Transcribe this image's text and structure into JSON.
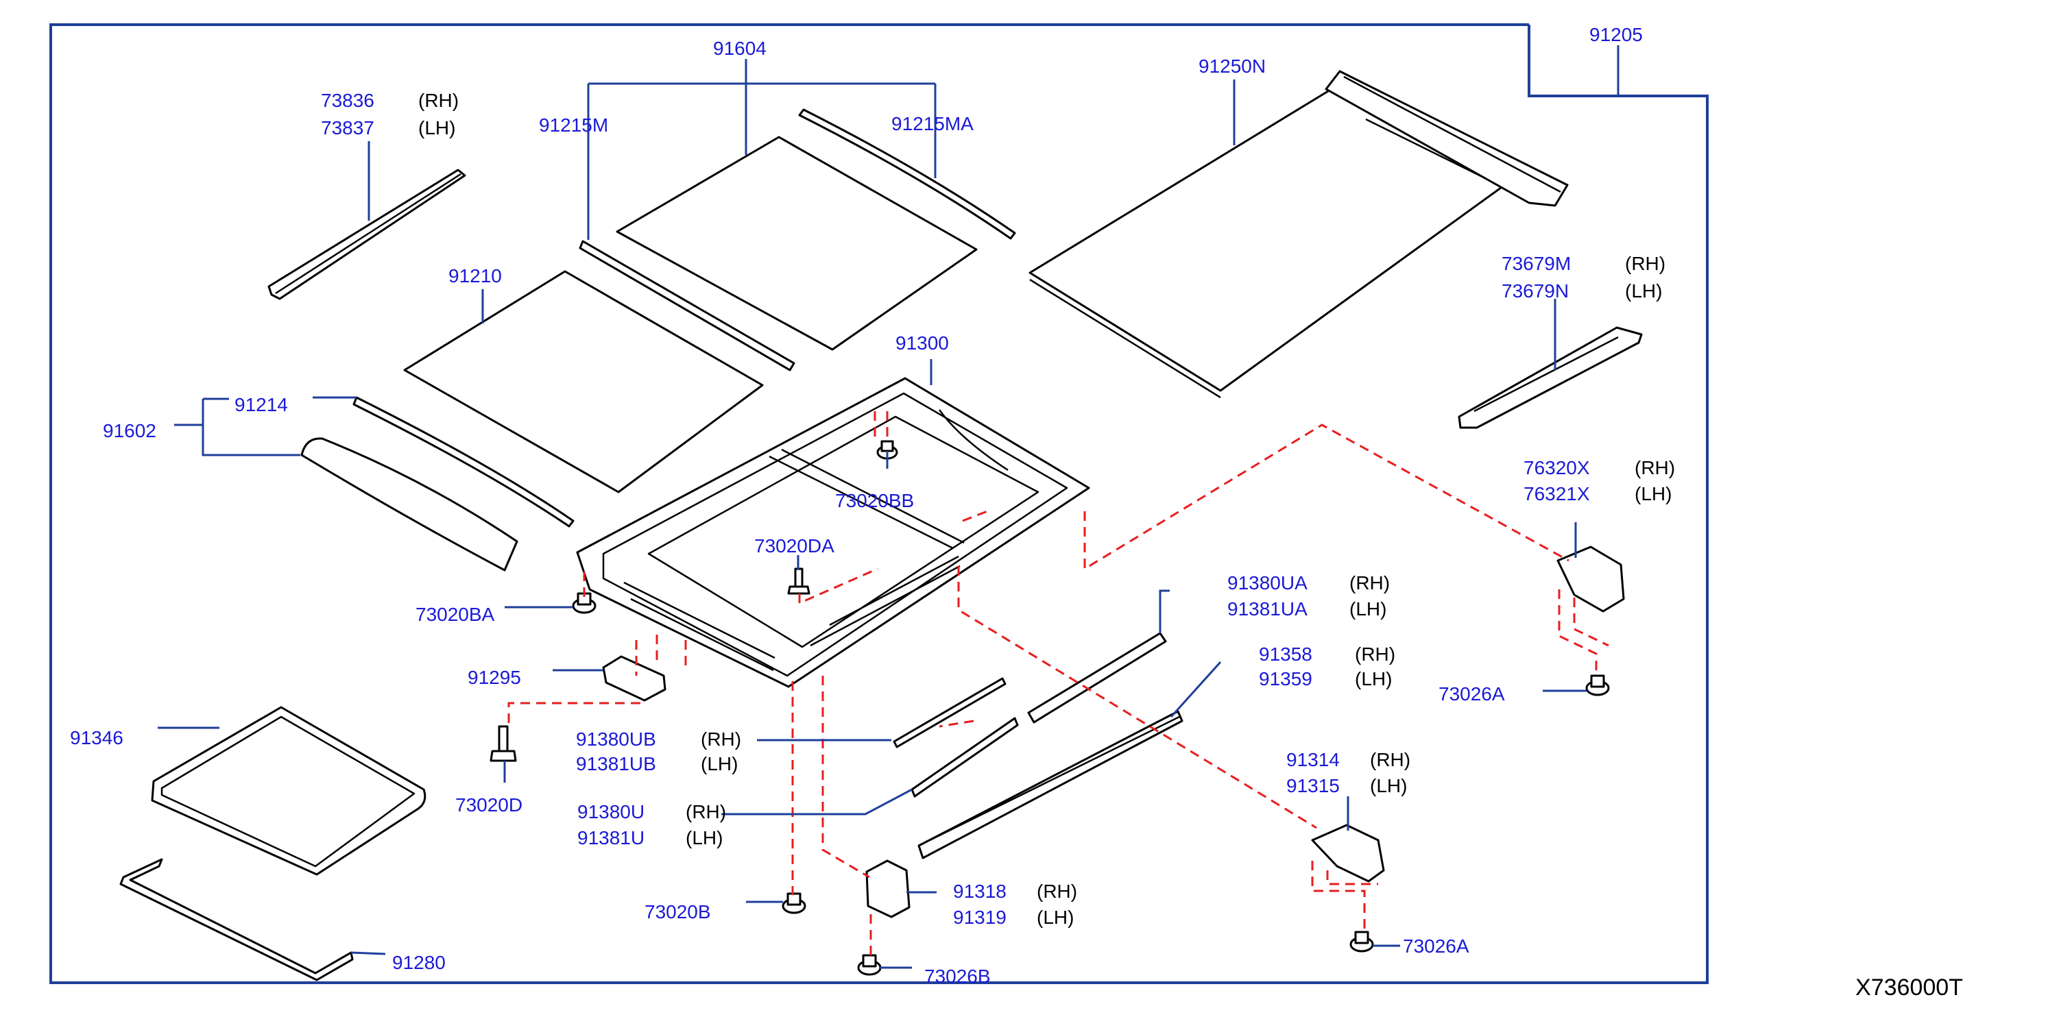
{
  "diagram_code": "X736000T",
  "labels": [
    {
      "id": "91205",
      "text": "91205"
    },
    {
      "id": "91604",
      "text": "91604"
    },
    {
      "id": "91250N",
      "text": "91250N"
    },
    {
      "id": "73836",
      "text": "73836",
      "side": "(RH)"
    },
    {
      "id": "73837",
      "text": "73837",
      "side": "(LH)"
    },
    {
      "id": "91215M",
      "text": "91215M"
    },
    {
      "id": "91215MA",
      "text": "91215MA"
    },
    {
      "id": "91210",
      "text": "91210"
    },
    {
      "id": "91300",
      "text": "91300"
    },
    {
      "id": "91214",
      "text": "91214"
    },
    {
      "id": "91602",
      "text": "91602"
    },
    {
      "id": "73020BB",
      "text": "73020BB"
    },
    {
      "id": "73020DA",
      "text": "73020DA"
    },
    {
      "id": "73020BA",
      "text": "73020BA"
    },
    {
      "id": "91295",
      "text": "91295"
    },
    {
      "id": "91346",
      "text": "91346"
    },
    {
      "id": "73020D",
      "text": "73020D"
    },
    {
      "id": "91380UB",
      "text": "91380UB",
      "side": "(RH)"
    },
    {
      "id": "91381UB",
      "text": "91381UB",
      "side": "(LH)"
    },
    {
      "id": "91380U",
      "text": "91380U",
      "side": "(RH)"
    },
    {
      "id": "91381U",
      "text": "91381U",
      "side": "(LH)"
    },
    {
      "id": "73020B",
      "text": "73020B"
    },
    {
      "id": "91280",
      "text": "91280"
    },
    {
      "id": "91318",
      "text": "91318",
      "side": "(RH)"
    },
    {
      "id": "91319",
      "text": "91319",
      "side": "(LH)"
    },
    {
      "id": "73026B",
      "text": "73026B"
    },
    {
      "id": "73679M",
      "text": "73679M",
      "side": "(RH)"
    },
    {
      "id": "73679N",
      "text": "73679N",
      "side": "(LH)"
    },
    {
      "id": "76320X",
      "text": "76320X",
      "side": "(RH)"
    },
    {
      "id": "76321X",
      "text": "76321X",
      "side": "(LH)"
    },
    {
      "id": "91380UA",
      "text": "91380UA",
      "side": "(RH)"
    },
    {
      "id": "91381UA",
      "text": "91381UA",
      "side": "(LH)"
    },
    {
      "id": "91358",
      "text": "91358",
      "side": "(RH)"
    },
    {
      "id": "91359",
      "text": "91359",
      "side": "(LH)"
    },
    {
      "id": "73026A_right",
      "text": "73026A"
    },
    {
      "id": "91314",
      "text": "91314",
      "side": "(RH)"
    },
    {
      "id": "91315",
      "text": "91315",
      "side": "(LH)"
    },
    {
      "id": "73026A_bottom",
      "text": "73026A"
    }
  ],
  "colors": {
    "label": "#1a1ad6",
    "frame": "#1f3f9a",
    "dashed": "#e81e1e",
    "part": "#000000"
  }
}
